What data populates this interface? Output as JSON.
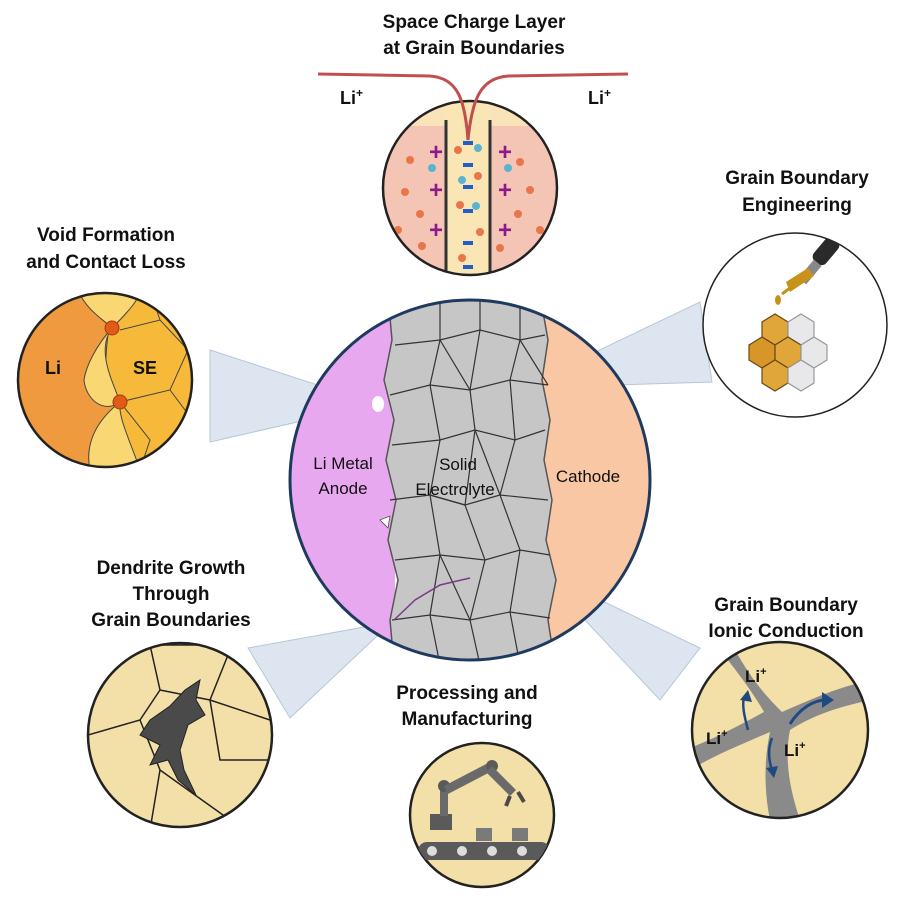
{
  "figure": {
    "center": {
      "anode_label_line1": "Li Metal",
      "anode_label_line2": "Anode",
      "electrolyte_label_line1": "Solid",
      "electrolyte_label_line2": "Electrolyte",
      "cathode_label": "Cathode"
    },
    "space_charge": {
      "title_line1": "Space Charge Layer",
      "title_line2": "at Grain Boundaries",
      "left_ion": "Li",
      "right_ion": "Li",
      "ion_charge": "+"
    },
    "void_formation": {
      "title_line1": "Void Formation",
      "title_line2": "and Contact Loss",
      "li_label": "Li",
      "se_label": "SE"
    },
    "gb_engineering": {
      "title_line1": "Grain Boundary",
      "title_line2": "Engineering"
    },
    "dendrite": {
      "title_line1": "Dendrite Growth",
      "title_line2": "Through",
      "title_line3": "Grain Boundaries"
    },
    "processing": {
      "title_line1": "Processing and",
      "title_line2": "Manufacturing"
    },
    "ionic_conduction": {
      "title_line1": "Grain Boundary",
      "title_line2": "Ionic Conduction",
      "ion_label": "Li",
      "ion_charge": "+"
    },
    "colors": {
      "anode": "#e8a8f0",
      "electrolyte": "#c8c8c8",
      "cathode": "#f9c7a4",
      "callout": "#dde6f0",
      "grain": "#f3e0a8",
      "li_orange": "#ef9a3e",
      "dark_navy": "#1f3a5f",
      "plus_purple": "#8b1a8b",
      "minus_blue": "#1f5fc7",
      "curve_red": "#c0504d"
    }
  }
}
